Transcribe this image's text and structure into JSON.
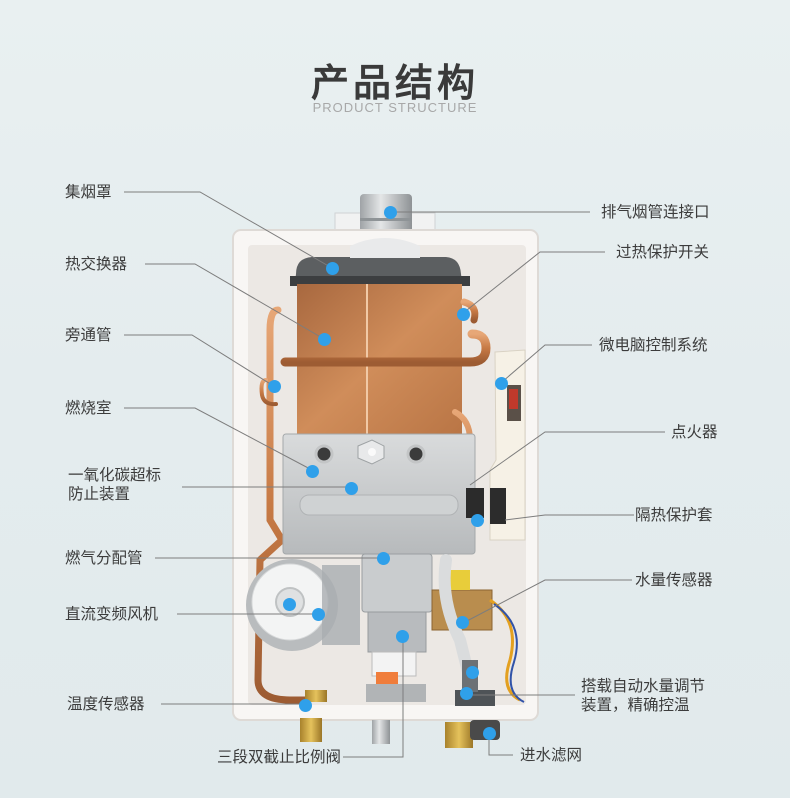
{
  "header": {
    "title": "产品结构",
    "subtitle": "PRODUCT STRUCTURE"
  },
  "colors": {
    "background": "#e6eef0",
    "title": "#3a3a3a",
    "subtitle": "#a8a8a8",
    "label_text": "#3c3c3c",
    "leader_line": "#7d7d7d",
    "marker_dot": "#2fa0ea",
    "copper": "#c9834f",
    "casing": "#f7f4f1"
  },
  "callouts_left": [
    {
      "id": "smoke-hood",
      "label": "集烟罩"
    },
    {
      "id": "heat-exchanger",
      "label": "热交换器"
    },
    {
      "id": "bypass-pipe",
      "label": "旁通管"
    },
    {
      "id": "combustion-chamber",
      "label": "燃烧室"
    },
    {
      "id": "co-protection",
      "label": "一氧化碳超标",
      "label_line2": "防止装置"
    },
    {
      "id": "gas-manifold",
      "label": "燃气分配管"
    },
    {
      "id": "dc-fan",
      "label": "直流变频风机"
    },
    {
      "id": "temperature-sensor",
      "label": "温度传感器"
    }
  ],
  "callouts_right": [
    {
      "id": "flue-connector",
      "label": "排气烟管连接口"
    },
    {
      "id": "overheat-switch",
      "label": "过热保护开关"
    },
    {
      "id": "microcomputer-control",
      "label": "微电脑控制系统"
    },
    {
      "id": "igniter",
      "label": "点火器"
    },
    {
      "id": "heat-shield",
      "label": "隔热保护套"
    },
    {
      "id": "water-flow-sensor",
      "label": "水量传感器"
    },
    {
      "id": "auto-water-regulator",
      "label": "搭载自动水量调节",
      "label_line2": "装置，精确控温"
    }
  ],
  "callouts_bottom": [
    {
      "id": "proportional-valve",
      "label": "三段双截止比例阀"
    },
    {
      "id": "inlet-filter",
      "label": "进水滤网"
    }
  ]
}
